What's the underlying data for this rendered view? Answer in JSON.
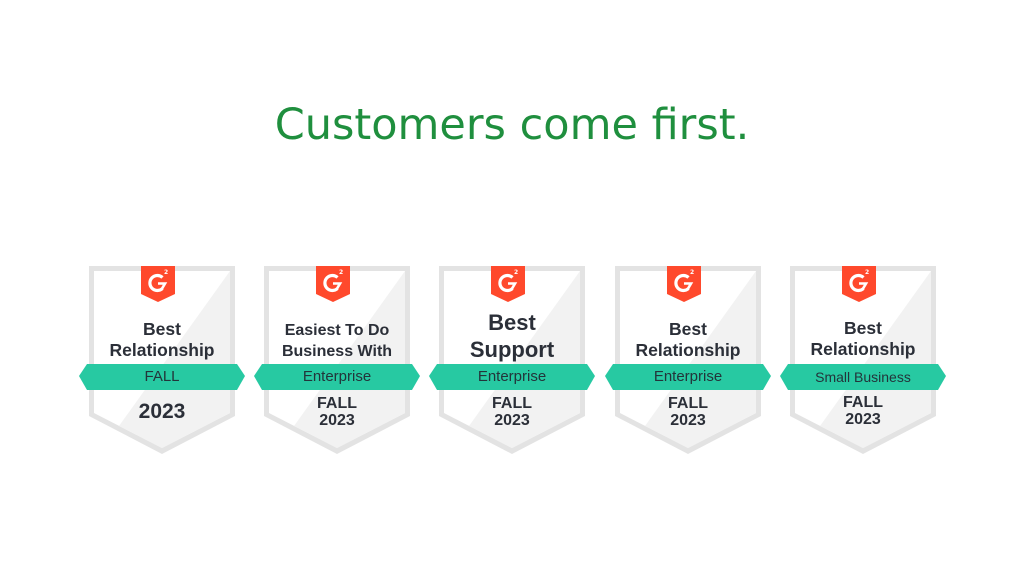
{
  "headline": "Customers come first.",
  "colors": {
    "headline": "#1f8f3e",
    "g2_logo": "#ff492c",
    "ribbon": "#27c9a2",
    "badge_border": "#e2e2e2",
    "badge_text": "#2b2f38"
  },
  "badges": [
    {
      "logo": "g2-logo-icon",
      "title_line1": "Best",
      "title_line2": "Relationship",
      "ribbon": "FALL",
      "season_line1": "2023",
      "season_line2": ""
    },
    {
      "logo": "g2-logo-icon",
      "title_line1": "Easiest To Do",
      "title_line2": "Business With",
      "ribbon": "Enterprise",
      "season_line1": "FALL",
      "season_line2": "2023"
    },
    {
      "logo": "g2-logo-icon",
      "title_line1": "Best",
      "title_line2": "Support",
      "ribbon": "Enterprise",
      "season_line1": "FALL",
      "season_line2": "2023"
    },
    {
      "logo": "g2-logo-icon",
      "title_line1": "Best",
      "title_line2": "Relationship",
      "ribbon": "Enterprise",
      "season_line1": "FALL",
      "season_line2": "2023"
    },
    {
      "logo": "g2-logo-icon",
      "title_line1": "Best",
      "title_line2": "Relationship",
      "ribbon": "Small Business",
      "season_line1": "FALL",
      "season_line2": "2023"
    }
  ]
}
